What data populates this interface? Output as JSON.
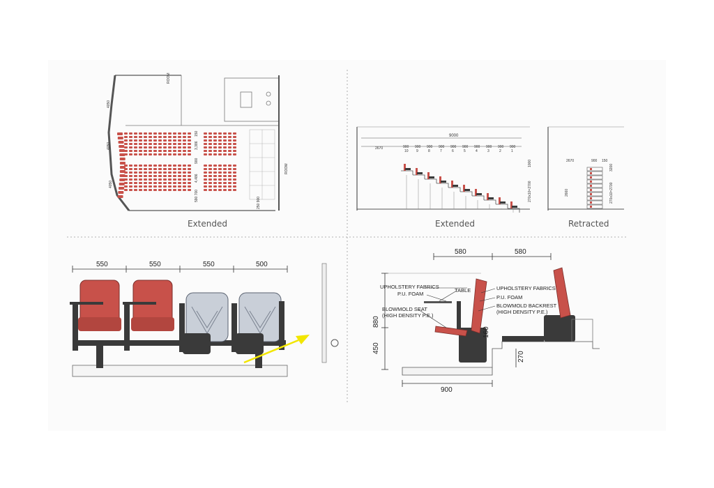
{
  "captions": {
    "plan_extended": "Extended",
    "section_extended": "Extended",
    "section_retracted": "Retracted"
  },
  "section_dims": {
    "total": "9000",
    "left": "2670",
    "row_width": "900",
    "rows": [
      "10",
      "9",
      "8",
      "7",
      "6",
      "5",
      "4",
      "3",
      "2",
      "1"
    ],
    "retracted_left": "2670",
    "retracted_row": "900",
    "retracted_gap": "150",
    "heights": "1000",
    "rise": "270x10=2700",
    "retracted_rise": "270x10=2700",
    "retracted_height": "2660",
    "retracted_top": "3200"
  },
  "row_front": {
    "widths": [
      "550",
      "550",
      "550",
      "500"
    ]
  },
  "side_view": {
    "top_left": "580",
    "top_right": "580",
    "height_total": "880",
    "height_seat": "450",
    "depth": "900",
    "rise": "270",
    "step": "160",
    "labels": {
      "upholstery_left": "UPHOLSTERY FABRICS",
      "pu_left": "P.U. FOAM",
      "table": "TABLE",
      "blowmold_seat_1": "BLOWMOLD SEAT",
      "blowmold_seat_2": "(HIGH DENSITY P.E.)",
      "upholstery_right": "UPHOLSTERY FABRICS",
      "pu_right": "P.U. FOAM",
      "blowmold_back_1": "BLOWMOLD BACKREST",
      "blowmold_back_2": "(HIGH DENSITY P.E.)"
    }
  },
  "colors": {
    "seat_red": "#c8514a",
    "seat_grey": "#c9cfd8",
    "frame": "#3a3a3a",
    "arrow": "#f2e600"
  }
}
